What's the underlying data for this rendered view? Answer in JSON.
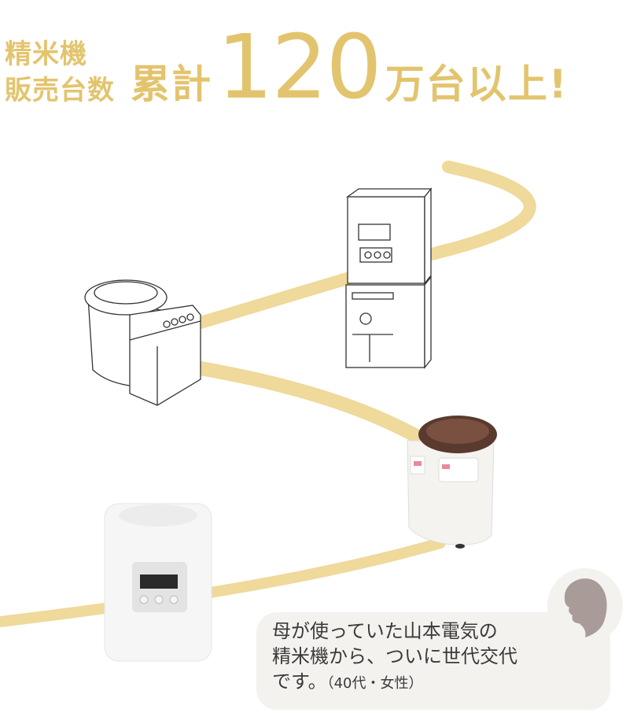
{
  "header": {
    "label_line1": "精米機",
    "label_line2": "販売台数",
    "headline_prefix": "累計",
    "headline_number": "120",
    "headline_suffix": "万台以上!"
  },
  "colors": {
    "gold": "#e3c46e",
    "ribbon": "#efd99b",
    "bubble": "#f3f2ef",
    "silhouette": "#a89b98"
  },
  "testimonial": {
    "line1": "母が使っていた山本電気の",
    "line2": "精米機から、ついに世代交代",
    "line3": "です。",
    "attribution": "（40代・女性）"
  }
}
